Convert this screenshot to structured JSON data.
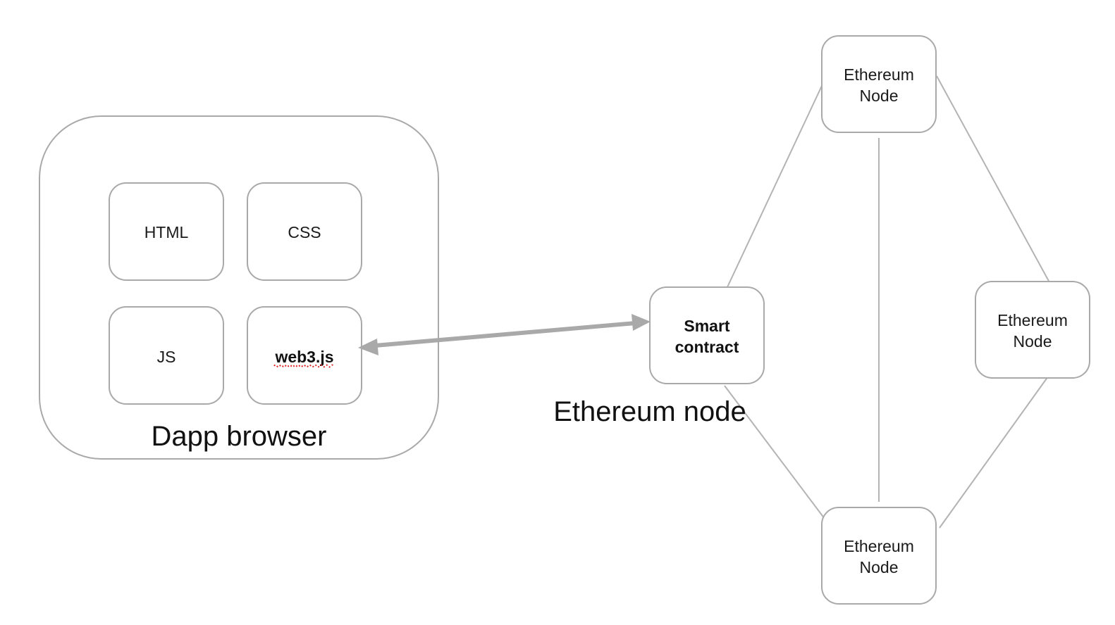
{
  "dapp_browser": {
    "label": "Dapp browser",
    "components": {
      "html": "HTML",
      "css": "CSS",
      "js": "JS",
      "web3": "web3.js"
    }
  },
  "local_node": {
    "label": "Ethereum node",
    "smart_contract": {
      "line1": "Smart",
      "line2": "contract"
    }
  },
  "network_nodes": {
    "top": {
      "line1": "Ethereum",
      "line2": "Node"
    },
    "right": {
      "line1": "Ethereum",
      "line2": "Node"
    },
    "bottom": {
      "line1": "Ethereum",
      "line2": "Node"
    }
  },
  "colors": {
    "stroke": "#a9a9a9",
    "spellcheck_underline": "#e02020"
  }
}
